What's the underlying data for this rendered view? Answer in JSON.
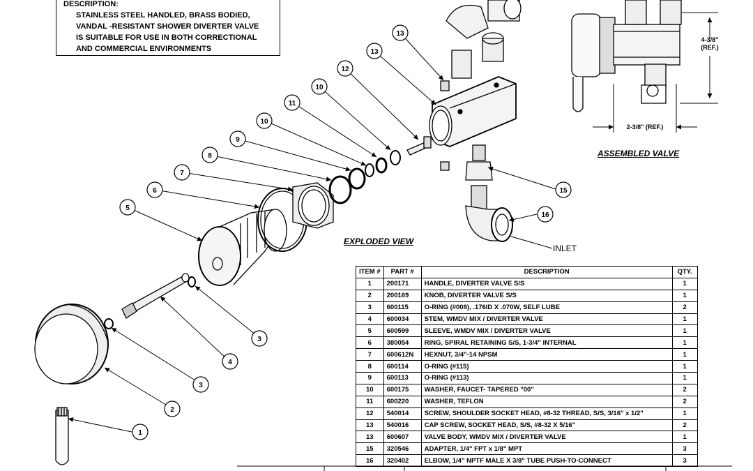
{
  "description": {
    "heading": "DESCRIPTION:",
    "lines": [
      "STAINLESS STEEL HANDLED, BRASS BODIED,",
      "VANDAL -RESISTANT SHOWER DIVERTER VALVE",
      "IS SUITABLE FOR USE IN BOTH CORRECTIONAL",
      "AND COMMERCIAL ENVIRONMENTS"
    ]
  },
  "labels": {
    "exploded_view": "EXPLODED VIEW",
    "assembled_valve": "ASSEMBLED VALVE",
    "inlet": "INLET",
    "dim_height": "4-3/8\"",
    "dim_height_ref": "(REF.)",
    "dim_width": "2-3/8\" (REF.)"
  },
  "callouts": [
    "1",
    "2",
    "3",
    "3",
    "4",
    "5",
    "6",
    "7",
    "8",
    "9",
    "10",
    "10",
    "11",
    "12",
    "13",
    "13",
    "15",
    "16"
  ],
  "bom": {
    "headers": [
      "ITEM #",
      "PART #",
      "DESCRIPTION",
      "QTY."
    ],
    "rows": [
      [
        "1",
        "200171",
        "HANDLE, DIVERTER VALVE S/S",
        "1"
      ],
      [
        "2",
        "200169",
        "KNOB, DIVERTER VALVE S/S",
        "1"
      ],
      [
        "3",
        "600115",
        "O-RING (#008), .176ID X .070W, SELF LUBE",
        "2"
      ],
      [
        "4",
        "600034",
        "STEM, WMDV MIX / DIVERTER VALVE",
        "1"
      ],
      [
        "5",
        "600599",
        "SLEEVE, WMDV MIX / DIVERTER VALVE",
        "1"
      ],
      [
        "6",
        "380054",
        "RING, SPIRAL RETAINING S/S, 1-3/4\" INTERNAL",
        "1"
      ],
      [
        "7",
        "600612N",
        "HEXNUT, 3/4\"-14 NPSM",
        "1"
      ],
      [
        "8",
        "600114",
        "O-RING (#115)",
        "1"
      ],
      [
        "9",
        "600113",
        "O-RING (#113)",
        "1"
      ],
      [
        "10",
        "600175",
        "WASHER, FAUCET- TAPERED \"00\"",
        "2"
      ],
      [
        "11",
        "600220",
        "WASHER, TEFLON",
        "2"
      ],
      [
        "12",
        "540014",
        "SCREW, SHOULDER SOCKET HEAD, #8-32 THREAD, S/S, 3/16\" x 1/2\"",
        "1"
      ],
      [
        "13",
        "540016",
        "CAP SCREW, SOCKET HEAD, S/S, #8-32 X 5/16\"",
        "2"
      ],
      [
        "13",
        "600607",
        "VALVE BODY, WMDV MIX / DIVERTER VALVE",
        "1"
      ],
      [
        "15",
        "320546",
        "ADAPTER, 1/4\" FPT x 1/8\" MPT",
        "3"
      ],
      [
        "16",
        "320402",
        "ELBOW, 1/4\" NPTF MALE X 3/8\" TUBE PUSH-TO-CONNECT",
        "3"
      ]
    ]
  }
}
